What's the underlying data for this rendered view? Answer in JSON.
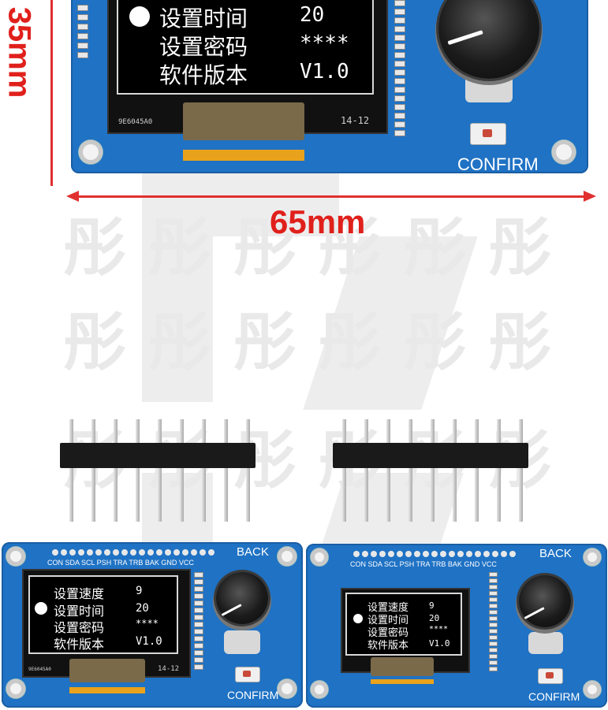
{
  "dimensions": {
    "height_label": "35mm",
    "width_label": "65mm",
    "color": "#e0201b"
  },
  "menu": {
    "items": [
      {
        "label": "设置速度",
        "value": "9"
      },
      {
        "label": "设置时间",
        "value": "20"
      },
      {
        "label": "设置密码",
        "value": "****"
      },
      {
        "label": "软件版本",
        "value": "V1.0"
      }
    ],
    "selected_index": 1
  },
  "board": {
    "color": "#1f72c4",
    "pin_labels": "CON SDA SCL PSH TRA TRB BAK GND VCC",
    "back_label": "BACK",
    "confirm_label": "CONFIRM",
    "fpc_left": "9E6045A0",
    "fpc_right": "14-12"
  },
  "headers": {
    "pin_count": 9,
    "count": 2
  },
  "icons": [
    "rotary-knob-icon",
    "tactile-button-icon",
    "mounting-hole-icon",
    "pin-header-icon"
  ]
}
